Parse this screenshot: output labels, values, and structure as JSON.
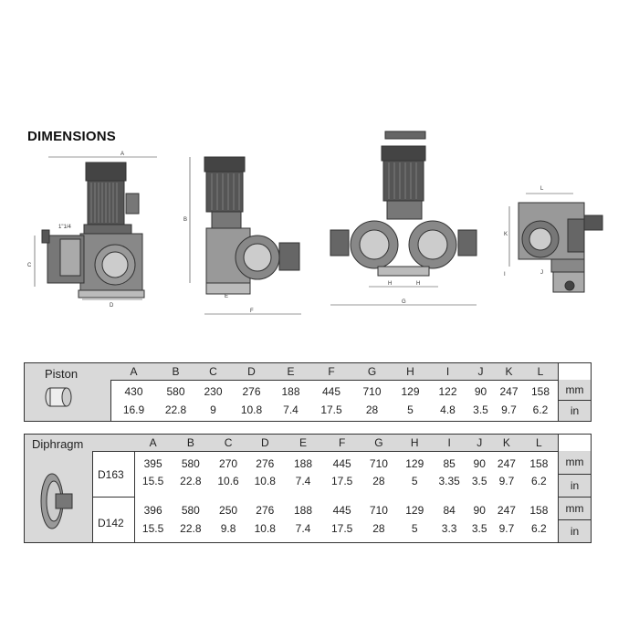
{
  "page_title": "DIMENSIONS",
  "drawing_labels": {
    "view1": {
      "a": "A",
      "thread": "1\"1/4",
      "c": "C",
      "d": "D"
    },
    "view2": {
      "b": "B",
      "e": "E",
      "f": "F"
    },
    "view3": {
      "h1": "H",
      "h2": "H",
      "g": "G"
    },
    "view4": {
      "l": "L",
      "k": "K",
      "i": "I",
      "j": "J"
    }
  },
  "columns": [
    "A",
    "B",
    "C",
    "D",
    "E",
    "F",
    "G",
    "H",
    "I",
    "J",
    "K",
    "L"
  ],
  "piston": {
    "label": "Piston",
    "mm": [
      "430",
      "580",
      "230",
      "276",
      "188",
      "445",
      "710",
      "129",
      "122",
      "90",
      "247",
      "158"
    ],
    "in": [
      "16.9",
      "22.8",
      "9",
      "10.8",
      "7.4",
      "17.5",
      "28",
      "5",
      "4.8",
      "3.5",
      "9.7",
      "6.2"
    ],
    "unit_mm": "mm",
    "unit_in": "in"
  },
  "diaphragm": {
    "label": "Diphragm",
    "models": [
      {
        "name": "D163",
        "mm": [
          "395",
          "580",
          "270",
          "276",
          "188",
          "445",
          "710",
          "129",
          "85",
          "90",
          "247",
          "158"
        ],
        "in": [
          "15.5",
          "22.8",
          "10.6",
          "10.8",
          "7.4",
          "17.5",
          "28",
          "5",
          "3.35",
          "3.5",
          "9.7",
          "6.2"
        ]
      },
      {
        "name": "D142",
        "mm": [
          "396",
          "580",
          "250",
          "276",
          "188",
          "445",
          "710",
          "129",
          "84",
          "90",
          "247",
          "158"
        ],
        "in": [
          "15.5",
          "22.8",
          "9.8",
          "10.8",
          "7.4",
          "17.5",
          "28",
          "5",
          "3.3",
          "3.5",
          "9.7",
          "6.2"
        ]
      }
    ],
    "unit_mm": "mm",
    "unit_in": "in"
  }
}
